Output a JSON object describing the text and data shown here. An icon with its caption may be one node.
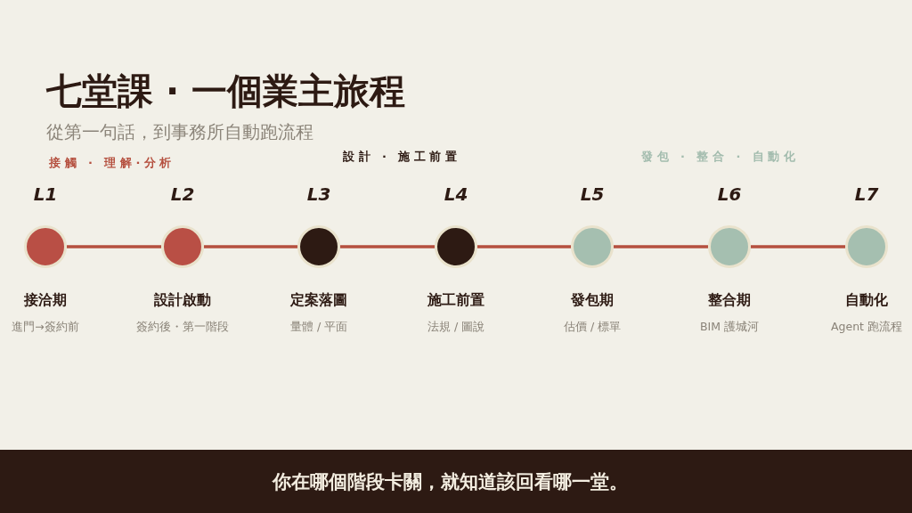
{
  "diagram": {
    "title": "七堂課 · 一個業主旅程",
    "nodes": [
      {
        "text": [
          "L1",
          "接洽期",
          "進門→簽約前"
        ]
      },
      {
        "text": [
          "L2",
          "設計啟動",
          "簽約後・第一階段"
        ]
      },
      {
        "text": [
          "L3",
          "定案落圖",
          "量體 / 平面"
        ]
      },
      {
        "text": [
          "L4",
          "施工前置",
          "法規 / 圖說"
        ]
      },
      {
        "text": [
          "L5",
          "發包期",
          "估價 / 標單"
        ]
      },
      {
        "text": [
          "L6",
          "整合期",
          "BIM 護城河"
        ]
      },
      {
        "text": [
          "L7",
          "自動化",
          "Agent 跑流程"
        ]
      }
    ],
    "edges": [
      {
        "from": 0,
        "to": 1,
        "arrow": "none"
      },
      {
        "from": 1,
        "to": 2,
        "arrow": "none"
      },
      {
        "from": 2,
        "to": 3,
        "arrow": "none"
      },
      {
        "from": 3,
        "to": 4,
        "arrow": "none"
      },
      {
        "from": 4,
        "to": 5,
        "arrow": "none"
      },
      {
        "from": 5,
        "to": 6,
        "arrow": "none"
      }
    ],
    "labels": [
      "從第一句話，到事務所自動跑流程",
      "接觸 · 理解·分析",
      "設計 · 施工前置",
      "發包 · 整合 · 自動化"
    ],
    "caption": "你在哪個階段卡關，就知道該回看哪一堂。"
  }
}
